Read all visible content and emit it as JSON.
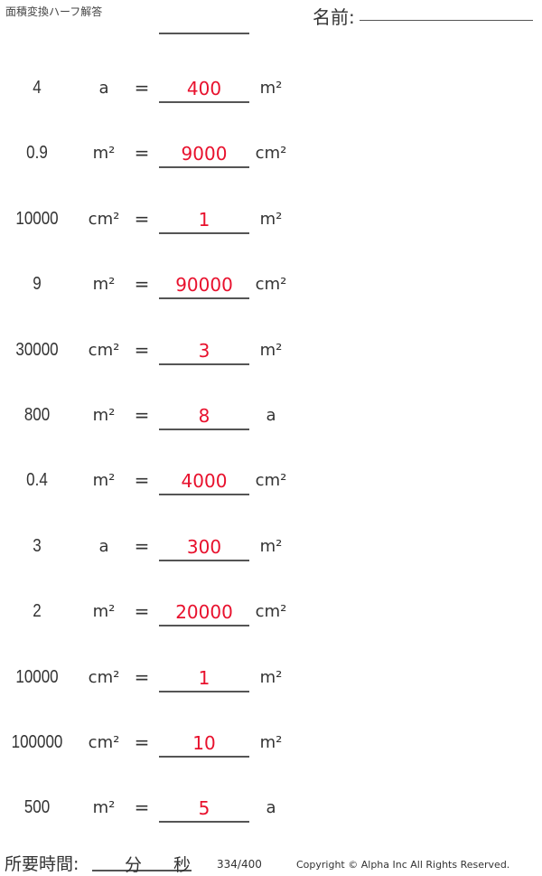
{
  "header": {
    "title": "面積変換ハーフ解答",
    "name_label": "名前:"
  },
  "rows": [
    {
      "value": "4",
      "from": "a",
      "eq": "=",
      "answer": "400",
      "to": "m²"
    },
    {
      "value": "0.9",
      "from": "m²",
      "eq": "=",
      "answer": "9000",
      "to": "cm²"
    },
    {
      "value": "10000",
      "from": "cm²",
      "eq": "=",
      "answer": "1",
      "to": "m²"
    },
    {
      "value": "9",
      "from": "m²",
      "eq": "=",
      "answer": "90000",
      "to": "cm²"
    },
    {
      "value": "30000",
      "from": "cm²",
      "eq": "=",
      "answer": "3",
      "to": "m²"
    },
    {
      "value": "800",
      "from": "m²",
      "eq": "=",
      "answer": "8",
      "to": "a"
    },
    {
      "value": "0.4",
      "from": "m²",
      "eq": "=",
      "answer": "4000",
      "to": "cm²"
    },
    {
      "value": "3",
      "from": "a",
      "eq": "=",
      "answer": "300",
      "to": "m²"
    },
    {
      "value": "2",
      "from": "m²",
      "eq": "=",
      "answer": "20000",
      "to": "cm²"
    },
    {
      "value": "10000",
      "from": "cm²",
      "eq": "=",
      "answer": "1",
      "to": "m²"
    },
    {
      "value": "100000",
      "from": "cm²",
      "eq": "=",
      "answer": "10",
      "to": "m²"
    },
    {
      "value": "500",
      "from": "m²",
      "eq": "=",
      "answer": "5",
      "to": "a"
    }
  ],
  "footer": {
    "time_label": "所要時間:",
    "minutes": "分",
    "seconds": "秒",
    "page": "334/400",
    "copyright": "Copyright © Alpha Inc All Rights Reserved."
  },
  "colors": {
    "answer": "#e8112d"
  }
}
